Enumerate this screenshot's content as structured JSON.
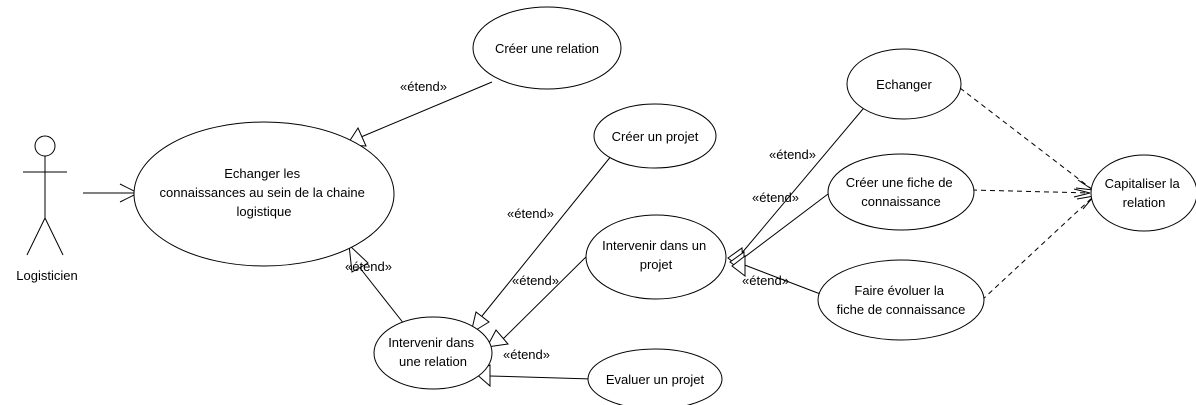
{
  "actor": {
    "name": "Logisticien"
  },
  "use_cases": {
    "echanger_connaissances": [
      "Echanger les",
      "connaissances au sein de la chaine",
      "logistique"
    ],
    "creer_relation": [
      "Créer une relation"
    ],
    "intervenir_relation": [
      "Intervenir dans",
      "une relation"
    ],
    "creer_projet": [
      "Créer un projet"
    ],
    "intervenir_projet": [
      "Intervenir dans un",
      "projet"
    ],
    "evaluer_projet": [
      "Evaluer un projet"
    ],
    "echanger": [
      "Echanger"
    ],
    "creer_fiche": [
      "Créer une fiche de",
      "connaissance"
    ],
    "faire_evoluer": [
      "Faire évoluer la",
      "fiche de connaissance"
    ],
    "capitaliser": [
      "Capitaliser la",
      "relation"
    ]
  },
  "stereotypes": {
    "e1": "«étend»",
    "e2": "«étend»",
    "e3": "«étend»",
    "e4": "«étend»",
    "e5": "«étend»",
    "e6": "«étend»",
    "e7": "«étend»",
    "e8": "«étend»"
  },
  "colors": {
    "stroke": "#000000",
    "fill": "#ffffff"
  }
}
